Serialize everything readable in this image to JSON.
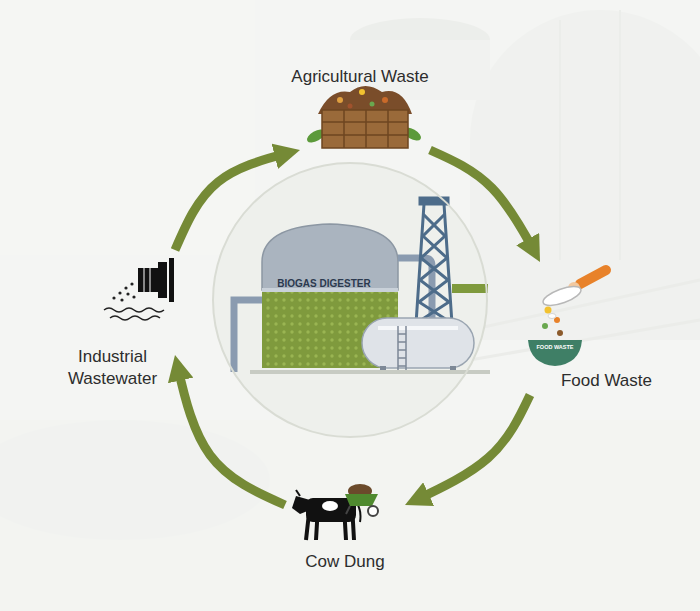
{
  "diagram": {
    "nodes": [
      {
        "text": [
          "Agricultural Waste"
        ]
      },
      {
        "text": [
          "BIOGAS DIGESTER"
        ]
      },
      {
        "text": [
          "Industrial Wastewater"
        ]
      },
      {
        "text": [
          "Food Waste"
        ]
      },
      {
        "text": [
          "Cow Dung"
        ]
      }
    ],
    "edges": [
      {
        "from": 0,
        "to": 3,
        "arrow": "to"
      },
      {
        "from": 3,
        "to": 4,
        "arrow": "to"
      },
      {
        "from": 4,
        "to": 2,
        "arrow": "to"
      },
      {
        "from": 2,
        "to": 0,
        "arrow": "to"
      }
    ],
    "labels": [
      "FOOD WASTE"
    ]
  }
}
